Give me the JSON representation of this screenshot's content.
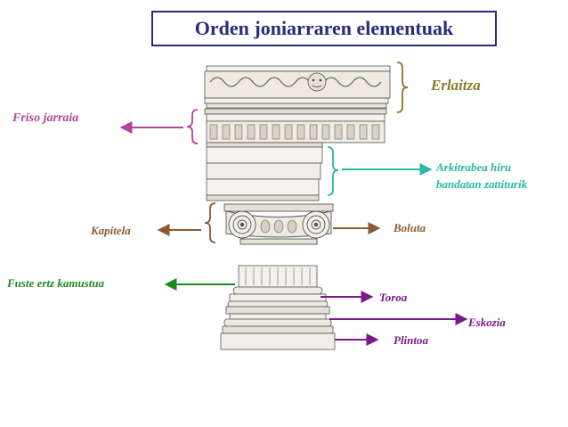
{
  "title": "Orden joniarraren elementuak",
  "colors": {
    "title": "#2a2a7a",
    "erlaitza": "#8a7a2a",
    "friso": "#b0459a",
    "arkitrabea": "#2ab8a0",
    "kapitela": "#8a5a32",
    "fuste": "#1e8a1e",
    "base": "#7a1a8a"
  },
  "labels": {
    "erlaitza": "Erlaitza",
    "friso": "Friso jarraia",
    "arkitrabea_line1": "Arkitrabea hiru",
    "arkitrabea_line2": "bandatan zattiturik",
    "kapitela": "Kapitela",
    "boluta": "Boluta",
    "fuste": "Fuste ertz kamustua",
    "toroa": "Toroa",
    "eskozia": "Eskozia",
    "plintoa": "Plintoa"
  }
}
